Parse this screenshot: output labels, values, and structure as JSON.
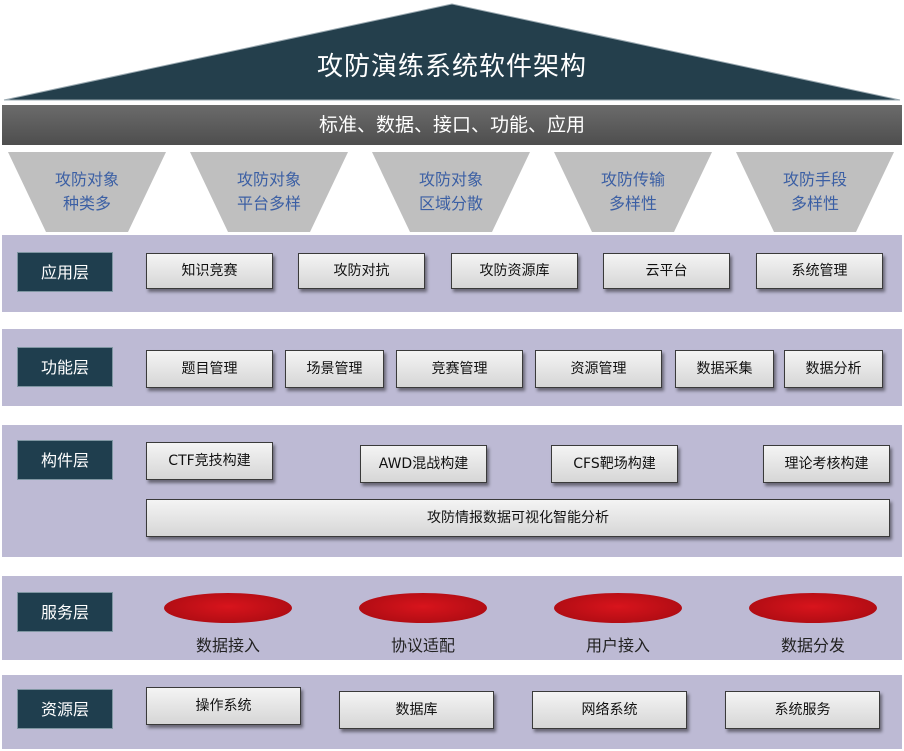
{
  "title": "攻防演练系统软件架构",
  "band": "标准、数据、接口、功能、应用",
  "funnels": [
    {
      "line1": "攻防对象",
      "line2": "种类多"
    },
    {
      "line1": "攻防对象",
      "line2": "平台多样"
    },
    {
      "line1": "攻防对象",
      "line2": "区域分散"
    },
    {
      "line1": "攻防传输",
      "line2": "多样性"
    },
    {
      "line1": "攻防手段",
      "line2": "多样性"
    }
  ],
  "layers": {
    "application": {
      "label": "应用层",
      "items": [
        "知识竞赛",
        "攻防对抗",
        "攻防资源库",
        "云平台",
        "系统管理"
      ]
    },
    "function": {
      "label": "功能层",
      "items": [
        "题目管理",
        "场景管理",
        "竞赛管理",
        "资源管理",
        "数据采集",
        "数据分析"
      ]
    },
    "component": {
      "label": "构件层",
      "items": [
        "CTF竞技构建",
        "AWD混战构建",
        "CFS靶场构建",
        "理论考核构建"
      ],
      "wide": "攻防情报数据可视化智能分析"
    },
    "service": {
      "label": "服务层",
      "items": [
        "数据接入",
        "协议适配",
        "用户接入",
        "数据分发"
      ]
    },
    "resource": {
      "label": "资源层",
      "items": [
        "操作系统",
        "数据库",
        "网络系统",
        "系统服务"
      ]
    }
  },
  "colors": {
    "roof": "#243f4c",
    "band": "#595959",
    "funnel": "#bfbfbf",
    "panel": "#bdbad4",
    "label": "#1f3e4e",
    "service_ellipse": "#c8101a"
  }
}
